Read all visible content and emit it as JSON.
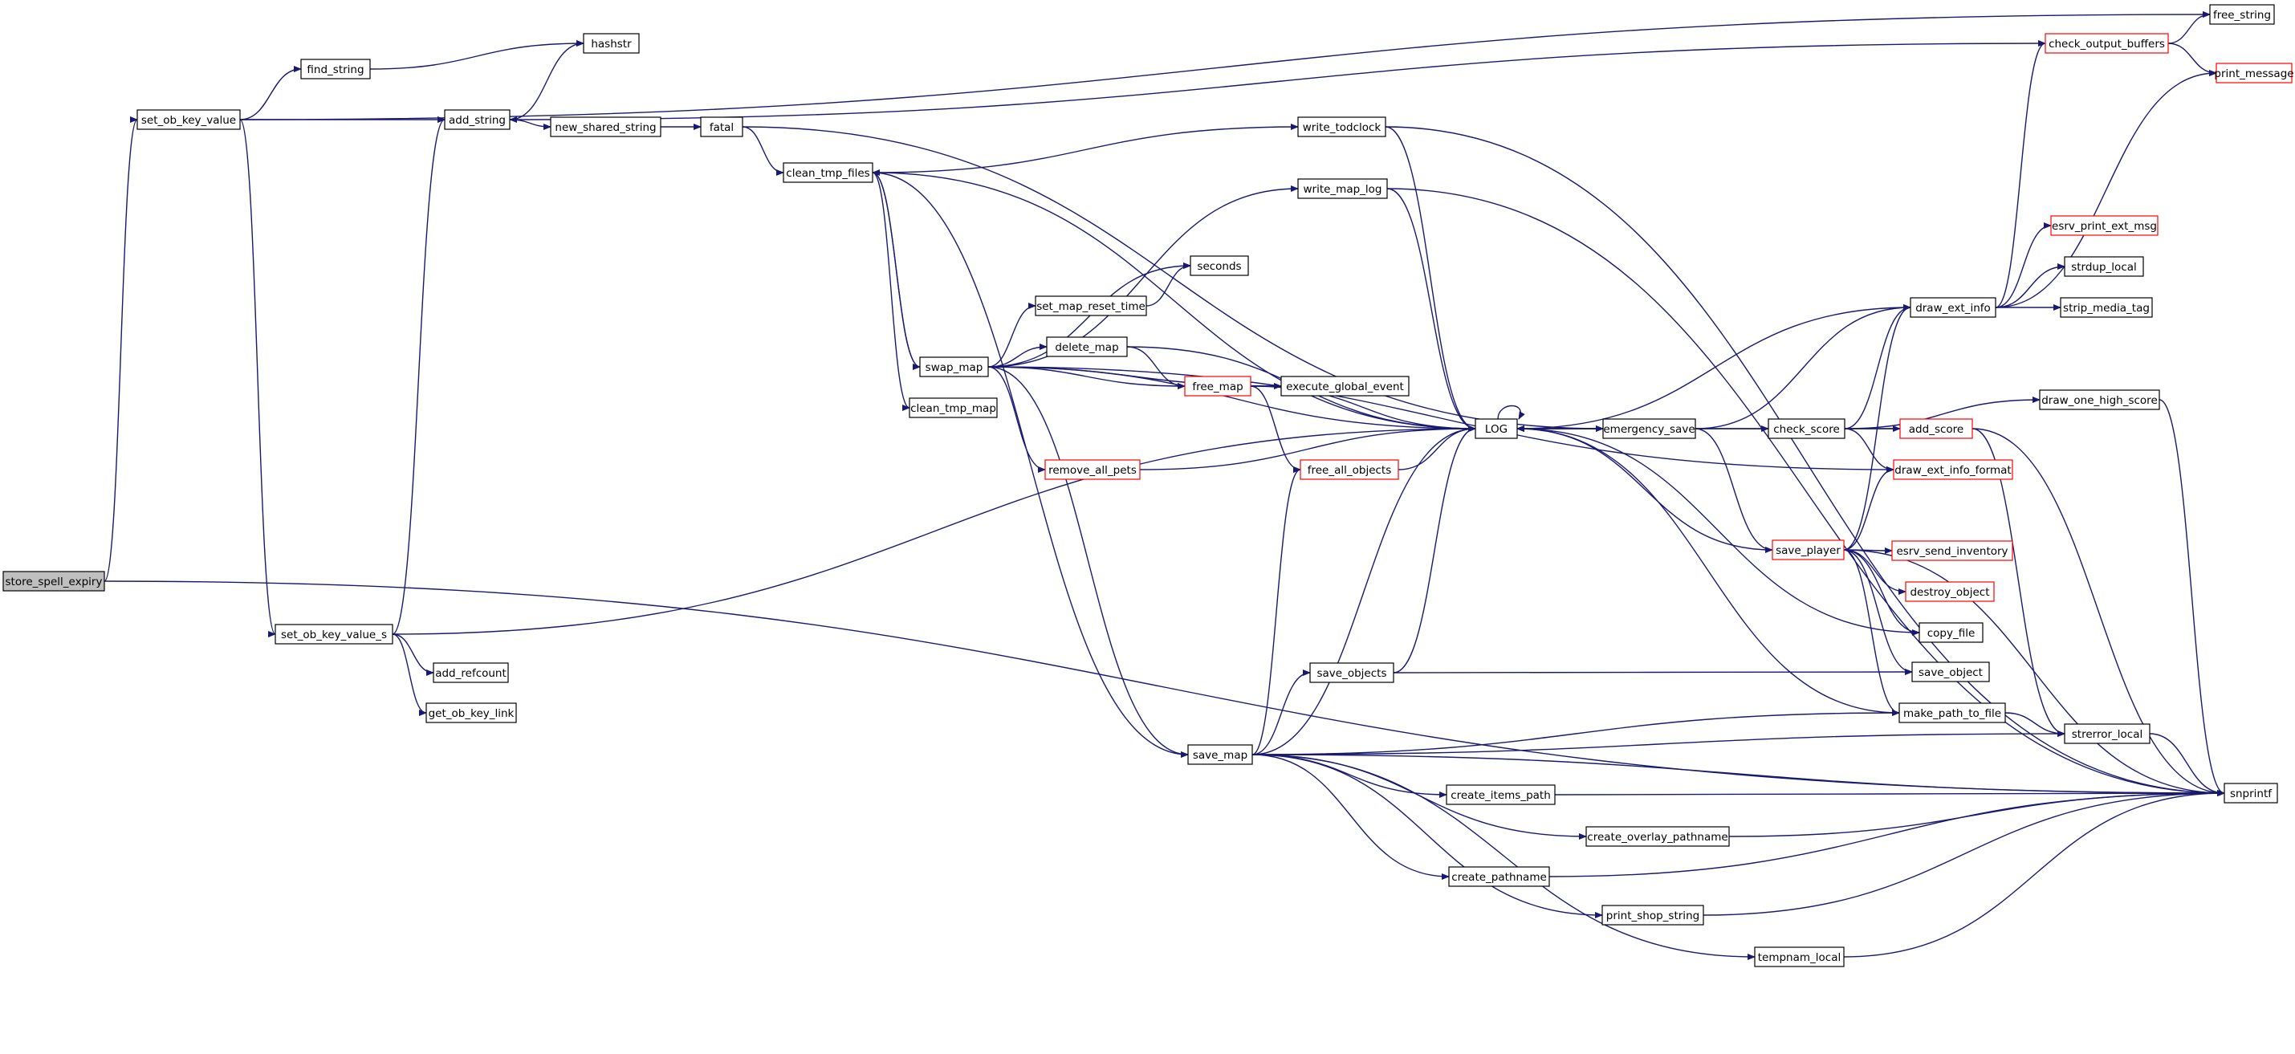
{
  "colors": {
    "edge": "#191970",
    "node_border": "#000000",
    "truncated_border": "#ff0000",
    "root_fill": "#bfbfbf",
    "node_fill": "#ffffff",
    "text": "#000000"
  },
  "graph": {
    "nodes": [
      {
        "id": "store_spell_expiry",
        "label": "store_spell_expiry",
        "root": true
      },
      {
        "id": "set_ob_key_value",
        "label": "set_ob_key_value"
      },
      {
        "id": "find_string",
        "label": "find_string"
      },
      {
        "id": "hashstr",
        "label": "hashstr"
      },
      {
        "id": "add_string",
        "label": "add_string"
      },
      {
        "id": "new_shared_string",
        "label": "new_shared_string"
      },
      {
        "id": "fatal",
        "label": "fatal"
      },
      {
        "id": "clean_tmp_files",
        "label": "clean_tmp_files"
      },
      {
        "id": "write_todclock",
        "label": "write_todclock"
      },
      {
        "id": "write_map_log",
        "label": "write_map_log"
      },
      {
        "id": "seconds",
        "label": "seconds"
      },
      {
        "id": "set_map_reset_time",
        "label": "set_map_reset_time"
      },
      {
        "id": "swap_map",
        "label": "swap_map"
      },
      {
        "id": "delete_map",
        "label": "delete_map"
      },
      {
        "id": "free_map",
        "label": "free_map",
        "truncated": true
      },
      {
        "id": "execute_global_event",
        "label": "execute_global_event"
      },
      {
        "id": "clean_tmp_map",
        "label": "clean_tmp_map"
      },
      {
        "id": "remove_all_pets",
        "label": "remove_all_pets",
        "truncated": true
      },
      {
        "id": "free_all_objects",
        "label": "free_all_objects",
        "truncated": true
      },
      {
        "id": "LOG",
        "label": "LOG"
      },
      {
        "id": "emergency_save",
        "label": "emergency_save"
      },
      {
        "id": "check_score",
        "label": "check_score"
      },
      {
        "id": "draw_ext_info",
        "label": "draw_ext_info"
      },
      {
        "id": "check_output_buffers",
        "label": "check_output_buffers",
        "truncated": true
      },
      {
        "id": "free_string",
        "label": "free_string"
      },
      {
        "id": "print_message",
        "label": "print_message",
        "truncated": true
      },
      {
        "id": "esrv_print_ext_msg",
        "label": "esrv_print_ext_msg",
        "truncated": true
      },
      {
        "id": "strdup_local",
        "label": "strdup_local"
      },
      {
        "id": "strip_media_tag",
        "label": "strip_media_tag"
      },
      {
        "id": "draw_one_high_score",
        "label": "draw_one_high_score"
      },
      {
        "id": "add_score",
        "label": "add_score",
        "truncated": true
      },
      {
        "id": "draw_ext_info_format",
        "label": "draw_ext_info_format",
        "truncated": true
      },
      {
        "id": "save_player",
        "label": "save_player",
        "truncated": true
      },
      {
        "id": "esrv_send_inventory",
        "label": "esrv_send_inventory",
        "truncated": true
      },
      {
        "id": "destroy_object",
        "label": "destroy_object",
        "truncated": true
      },
      {
        "id": "copy_file",
        "label": "copy_file"
      },
      {
        "id": "save_object",
        "label": "save_object"
      },
      {
        "id": "make_path_to_file",
        "label": "make_path_to_file"
      },
      {
        "id": "strerror_local",
        "label": "strerror_local"
      },
      {
        "id": "snprintf",
        "label": "snprintf"
      },
      {
        "id": "save_objects",
        "label": "save_objects"
      },
      {
        "id": "save_map",
        "label": "save_map"
      },
      {
        "id": "create_items_path",
        "label": "create_items_path"
      },
      {
        "id": "create_overlay_pathname",
        "label": "create_overlay_pathname"
      },
      {
        "id": "create_pathname",
        "label": "create_pathname"
      },
      {
        "id": "print_shop_string",
        "label": "print_shop_string"
      },
      {
        "id": "tempnam_local",
        "label": "tempnam_local"
      },
      {
        "id": "set_ob_key_value_s",
        "label": "set_ob_key_value_s"
      },
      {
        "id": "add_refcount",
        "label": "add_refcount"
      },
      {
        "id": "get_ob_key_link",
        "label": "get_ob_key_link"
      }
    ],
    "edges": [
      [
        "store_spell_expiry",
        "set_ob_key_value"
      ],
      [
        "store_spell_expiry",
        "snprintf"
      ],
      [
        "set_ob_key_value",
        "find_string"
      ],
      [
        "set_ob_key_value",
        "add_string"
      ],
      [
        "set_ob_key_value",
        "free_string"
      ],
      [
        "set_ob_key_value",
        "set_ob_key_value_s"
      ],
      [
        "find_string",
        "hashstr"
      ],
      [
        "add_string",
        "hashstr"
      ],
      [
        "add_string",
        "new_shared_string"
      ],
      [
        "new_shared_string",
        "fatal"
      ],
      [
        "fatal",
        "clean_tmp_files"
      ],
      [
        "fatal",
        "emergency_save"
      ],
      [
        "clean_tmp_files",
        "write_todclock"
      ],
      [
        "clean_tmp_files",
        "swap_map"
      ],
      [
        "clean_tmp_files",
        "clean_tmp_map"
      ],
      [
        "clean_tmp_files",
        "save_map"
      ],
      [
        "clean_tmp_files",
        "LOG"
      ],
      [
        "write_todclock",
        "LOG"
      ],
      [
        "write_todclock",
        "snprintf"
      ],
      [
        "write_map_log",
        "LOG"
      ],
      [
        "write_map_log",
        "snprintf"
      ],
      [
        "swap_map",
        "write_map_log"
      ],
      [
        "swap_map",
        "seconds"
      ],
      [
        "swap_map",
        "set_map_reset_time"
      ],
      [
        "swap_map",
        "delete_map"
      ],
      [
        "swap_map",
        "free_map"
      ],
      [
        "swap_map",
        "execute_global_event"
      ],
      [
        "swap_map",
        "remove_all_pets"
      ],
      [
        "swap_map",
        "LOG"
      ],
      [
        "swap_map",
        "clean_tmp_files"
      ],
      [
        "swap_map",
        "draw_ext_info_format"
      ],
      [
        "swap_map",
        "save_map"
      ],
      [
        "set_map_reset_time",
        "seconds"
      ],
      [
        "delete_map",
        "free_map"
      ],
      [
        "delete_map",
        "LOG"
      ],
      [
        "free_map",
        "execute_global_event"
      ],
      [
        "free_map",
        "free_all_objects"
      ],
      [
        "free_map",
        "LOG"
      ],
      [
        "remove_all_pets",
        "LOG"
      ],
      [
        "free_all_objects",
        "LOG"
      ],
      [
        "LOG",
        "LOG"
      ],
      [
        "LOG",
        "emergency_save"
      ],
      [
        "emergency_save",
        "LOG"
      ],
      [
        "emergency_save",
        "check_score"
      ],
      [
        "emergency_save",
        "draw_ext_info"
      ],
      [
        "emergency_save",
        "save_player"
      ],
      [
        "check_score",
        "draw_ext_info"
      ],
      [
        "check_score",
        "draw_one_high_score"
      ],
      [
        "check_score",
        "add_score"
      ],
      [
        "check_score",
        "draw_ext_info_format"
      ],
      [
        "draw_ext_info",
        "LOG"
      ],
      [
        "draw_ext_info",
        "check_output_buffers"
      ],
      [
        "draw_ext_info",
        "print_message"
      ],
      [
        "draw_ext_info",
        "esrv_print_ext_msg"
      ],
      [
        "draw_ext_info",
        "strdup_local"
      ],
      [
        "draw_ext_info",
        "strip_media_tag"
      ],
      [
        "check_output_buffers",
        "free_string"
      ],
      [
        "check_output_buffers",
        "print_message"
      ],
      [
        "check_output_buffers",
        "add_string"
      ],
      [
        "draw_one_high_score",
        "snprintf"
      ],
      [
        "add_score",
        "LOG"
      ],
      [
        "add_score",
        "strerror_local"
      ],
      [
        "add_score",
        "snprintf"
      ],
      [
        "save_player",
        "LOG"
      ],
      [
        "save_player",
        "draw_ext_info"
      ],
      [
        "save_player",
        "draw_ext_info_format"
      ],
      [
        "save_player",
        "esrv_send_inventory"
      ],
      [
        "save_player",
        "destroy_object"
      ],
      [
        "save_player",
        "copy_file"
      ],
      [
        "save_player",
        "save_object"
      ],
      [
        "save_player",
        "make_path_to_file"
      ],
      [
        "save_player",
        "snprintf"
      ],
      [
        "copy_file",
        "LOG"
      ],
      [
        "make_path_to_file",
        "LOG"
      ],
      [
        "make_path_to_file",
        "strerror_local"
      ],
      [
        "strerror_local",
        "snprintf"
      ],
      [
        "save_objects",
        "LOG"
      ],
      [
        "save_objects",
        "save_object"
      ],
      [
        "save_map",
        "free_all_objects"
      ],
      [
        "save_map",
        "LOG"
      ],
      [
        "save_map",
        "save_objects"
      ],
      [
        "save_map",
        "make_path_to_file"
      ],
      [
        "save_map",
        "strerror_local"
      ],
      [
        "save_map",
        "create_items_path"
      ],
      [
        "save_map",
        "create_overlay_pathname"
      ],
      [
        "save_map",
        "create_pathname"
      ],
      [
        "save_map",
        "print_shop_string"
      ],
      [
        "save_map",
        "tempnam_local"
      ],
      [
        "save_map",
        "snprintf"
      ],
      [
        "create_items_path",
        "snprintf"
      ],
      [
        "create_overlay_pathname",
        "snprintf"
      ],
      [
        "create_pathname",
        "snprintf"
      ],
      [
        "print_shop_string",
        "snprintf"
      ],
      [
        "tempnam_local",
        "snprintf"
      ],
      [
        "set_ob_key_value_s",
        "add_string"
      ],
      [
        "set_ob_key_value_s",
        "LOG"
      ],
      [
        "set_ob_key_value_s",
        "add_refcount"
      ],
      [
        "set_ob_key_value_s",
        "get_ob_key_link"
      ]
    ]
  }
}
